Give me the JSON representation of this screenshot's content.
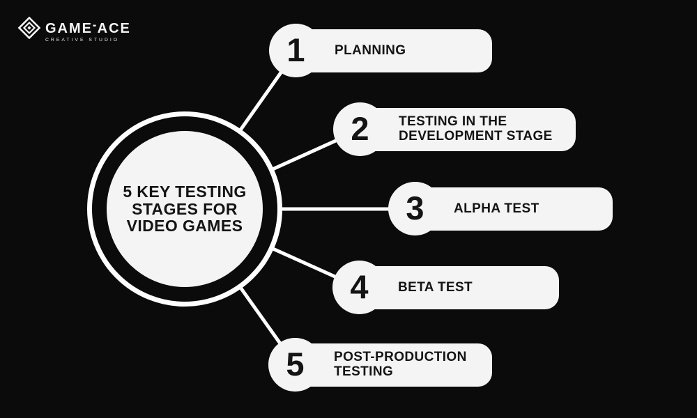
{
  "background_color": "#0b0b0b",
  "colors": {
    "pill_fill": "#f4f4f4",
    "line": "#ffffff",
    "ring_stroke": "#ffffff",
    "dark_text": "#141414",
    "logo_text": "#f5f5f5"
  },
  "logo": {
    "name_left": "GAME",
    "dash": "-",
    "name_right": "ACE",
    "tagline": "CREATIVE STUDIO",
    "icon": "nested-diamond-icon"
  },
  "center": {
    "title": "5 KEY TESTING\nSTAGES FOR\nVIDEO GAMES"
  },
  "stages": [
    {
      "number": "1",
      "label": "PLANNING"
    },
    {
      "number": "2",
      "label": "TESTING IN THE\nDEVELOPMENT STAGE"
    },
    {
      "number": "3",
      "label": "ALPHA TEST"
    },
    {
      "number": "4",
      "label": "BETA TEST"
    },
    {
      "number": "5",
      "label": "POST-PRODUCTION\nTESTING"
    }
  ]
}
